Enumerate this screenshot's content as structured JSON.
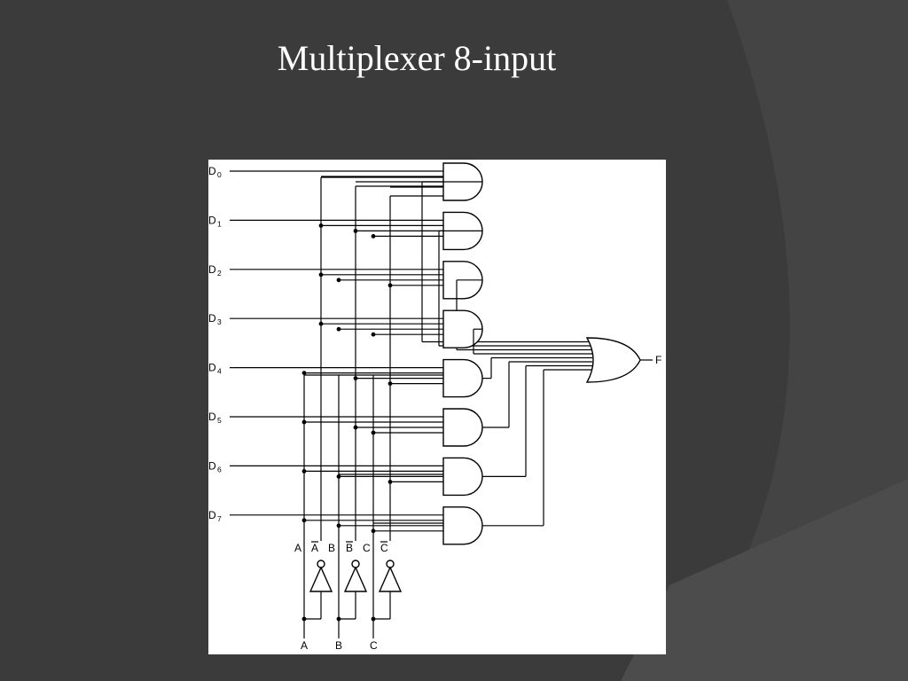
{
  "slide": {
    "title": "Multiplexer 8-input"
  },
  "colors": {
    "background": "#3b3b3b",
    "background_arc": "#444444",
    "background_corner": "#4c4c4c",
    "title": "#ffffff",
    "diagram_background": "#ffffff",
    "diagram_ink": "#000000"
  },
  "diagram": {
    "data_inputs": [
      {
        "label": "D",
        "index": "0"
      },
      {
        "label": "D",
        "index": "1"
      },
      {
        "label": "D",
        "index": "2"
      },
      {
        "label": "D",
        "index": "3"
      },
      {
        "label": "D",
        "index": "4"
      },
      {
        "label": "D",
        "index": "5"
      },
      {
        "label": "D",
        "index": "6"
      },
      {
        "label": "D",
        "index": "7"
      }
    ],
    "bus_labels": [
      {
        "text": "A",
        "overline": false
      },
      {
        "text": "A",
        "overline": true
      },
      {
        "text": "B",
        "overline": false
      },
      {
        "text": "B",
        "overline": true
      },
      {
        "text": "C",
        "overline": false
      },
      {
        "text": "C",
        "overline": true
      }
    ],
    "select_inputs": [
      "A",
      "B",
      "C"
    ],
    "output_label": "F",
    "and_gate_selects": [
      [
        0,
        0,
        0
      ],
      [
        0,
        0,
        1
      ],
      [
        0,
        1,
        0
      ],
      [
        0,
        1,
        1
      ],
      [
        1,
        0,
        0
      ],
      [
        1,
        0,
        1
      ],
      [
        1,
        1,
        0
      ],
      [
        1,
        1,
        1
      ]
    ],
    "or_gate_input_order": [
      0,
      1,
      2,
      3,
      4,
      5,
      6,
      7
    ],
    "gate_counts": {
      "and": 8,
      "or": 1,
      "not": 3
    }
  }
}
